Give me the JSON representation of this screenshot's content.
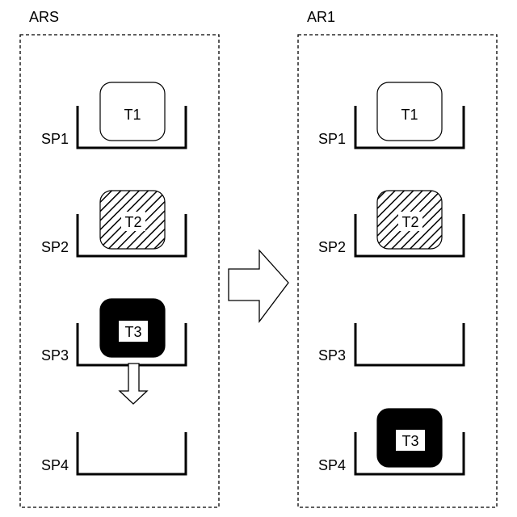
{
  "colors": {
    "background": "#ffffff",
    "ink": "#000000",
    "tray_filled": "#000000"
  },
  "panels": [
    {
      "title": "ARS",
      "slots": [
        {
          "label": "SP1",
          "tray": {
            "label": "T1",
            "style": "plain"
          }
        },
        {
          "label": "SP2",
          "tray": {
            "label": "T2",
            "style": "hatched"
          }
        },
        {
          "label": "SP3",
          "tray": {
            "label": "T3",
            "style": "filled"
          }
        },
        {
          "label": "SP4",
          "tray": null
        }
      ],
      "move_arrow": {
        "from": "SP3",
        "to": "SP4",
        "direction": "down",
        "icon": "outline-arrow-down-icon"
      }
    },
    {
      "title": "AR1",
      "slots": [
        {
          "label": "SP1",
          "tray": {
            "label": "T1",
            "style": "plain"
          }
        },
        {
          "label": "SP2",
          "tray": {
            "label": "T2",
            "style": "hatched"
          }
        },
        {
          "label": "SP3",
          "tray": null
        },
        {
          "label": "SP4",
          "tray": {
            "label": "T3",
            "style": "filled"
          }
        }
      ]
    }
  ],
  "transition_arrow": {
    "direction": "right",
    "icon": "outline-arrow-right-icon"
  }
}
